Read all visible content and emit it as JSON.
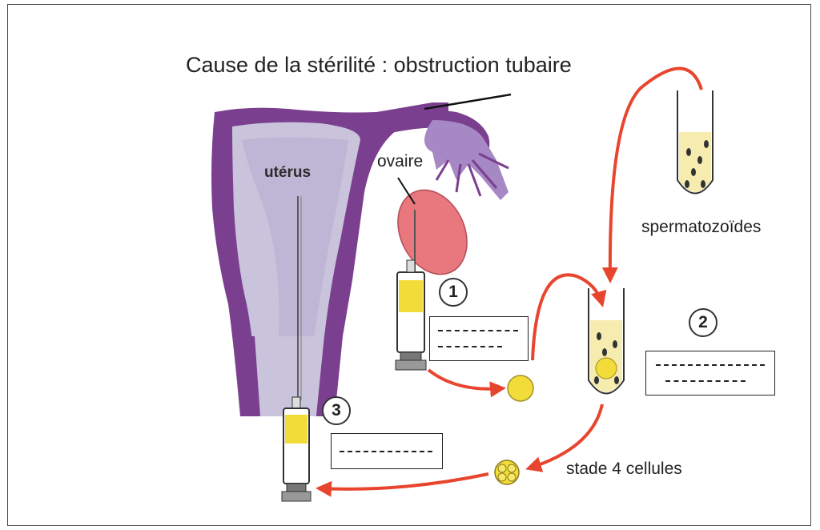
{
  "title": "Cause de la stérilité : obstruction tubaire",
  "labels": {
    "uterus": "utérus",
    "ovary": "ovaire",
    "sperm": "spermatozoïdes",
    "stage": "stade 4 cellules"
  },
  "steps": [
    {
      "number": "1"
    },
    {
      "number": "2"
    },
    {
      "number": "3"
    }
  ],
  "colors": {
    "uterus_wall": "#7b3f8f",
    "uterus_inside": "#c9c3dc",
    "ovary": "#e8787e",
    "arrow": "#e8452e",
    "yolk": "#f2dc3a"
  }
}
